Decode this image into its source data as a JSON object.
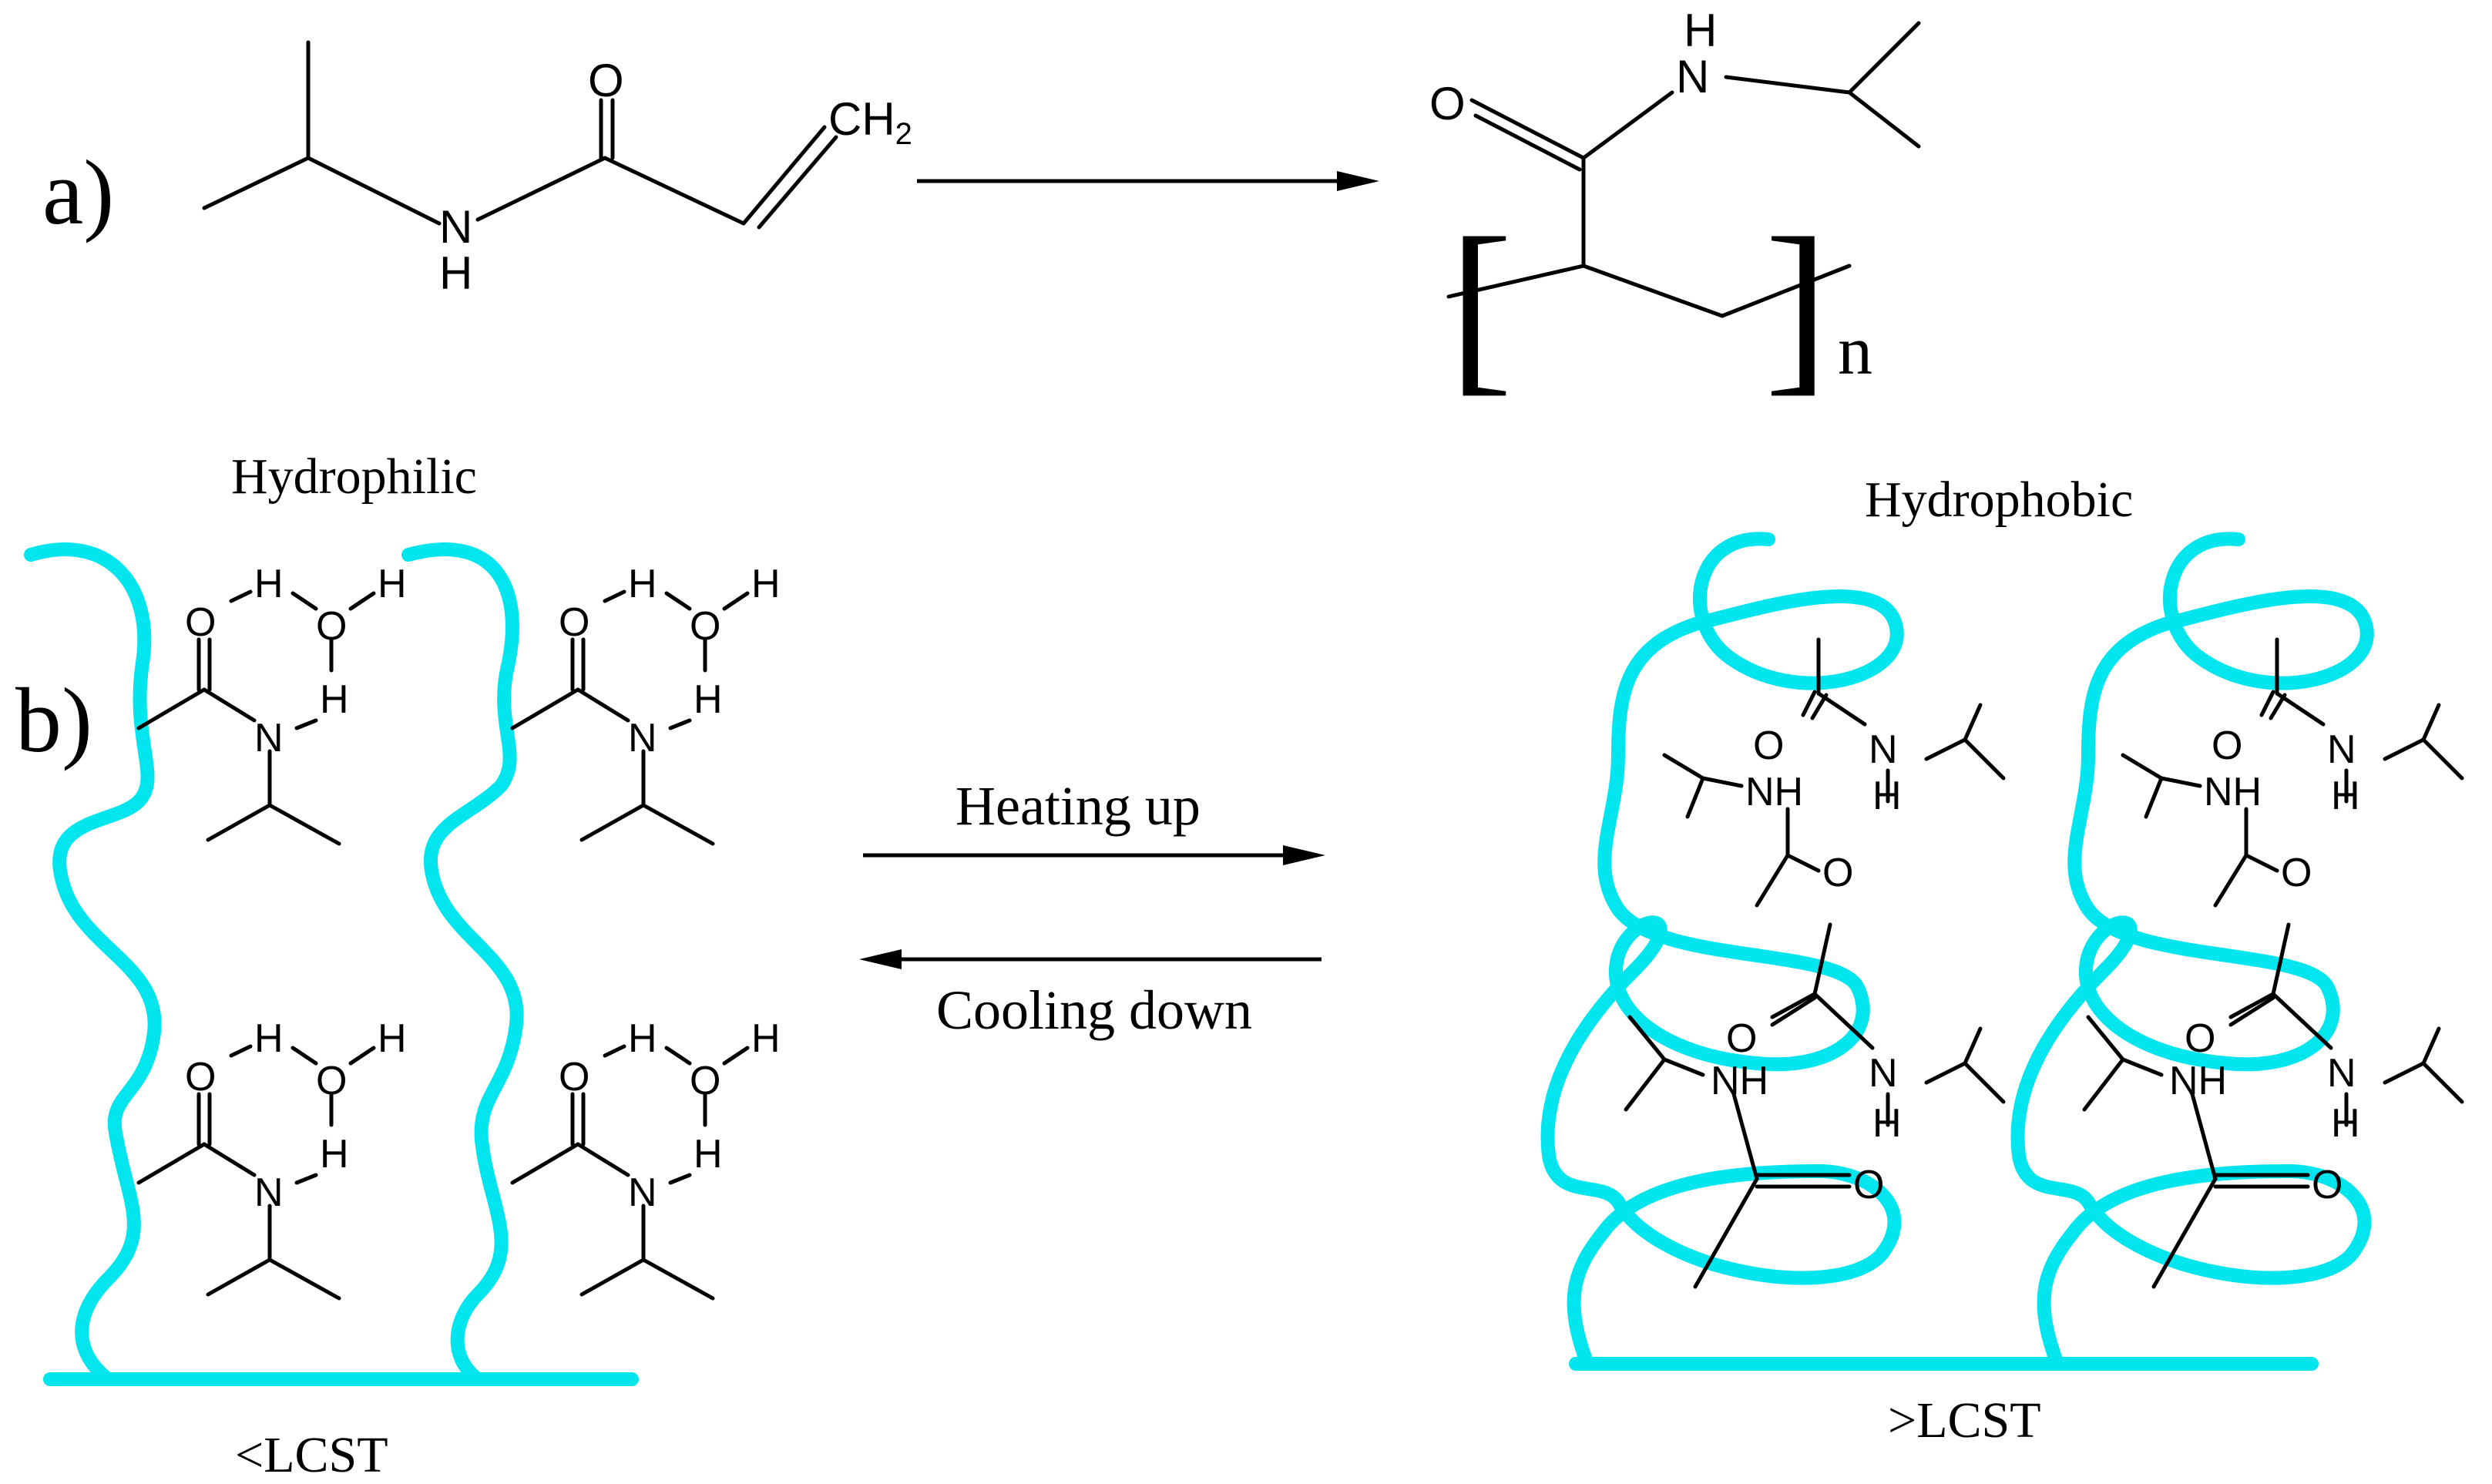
{
  "panel_a": {
    "label": "a)",
    "monomer_ch2": "CH",
    "monomer_ch2_sub": "2",
    "monomer_n": "N",
    "monomer_h": "H",
    "monomer_o": "O",
    "polymer_o": "O",
    "polymer_n": "N",
    "polymer_h": "H",
    "polymer_bracket_open": "[",
    "polymer_bracket_close": "]",
    "polymer_subscript": "n"
  },
  "panel_b": {
    "label": "b)",
    "hydrophilic_label": "Hydrophilic",
    "hydrophobic_label": "Hydrophobic",
    "below_lcst_label": "<LCST",
    "above_lcst_label": ">LCST",
    "heating_label": "Heating up",
    "cooling_label": "Cooling down",
    "atom_o": "O",
    "atom_h": "H",
    "atom_n": "N",
    "atom_nh": "NH"
  },
  "colors": {
    "polymer_chain": "#00e5ee",
    "bonds": "#000000",
    "background": "#ffffff"
  }
}
